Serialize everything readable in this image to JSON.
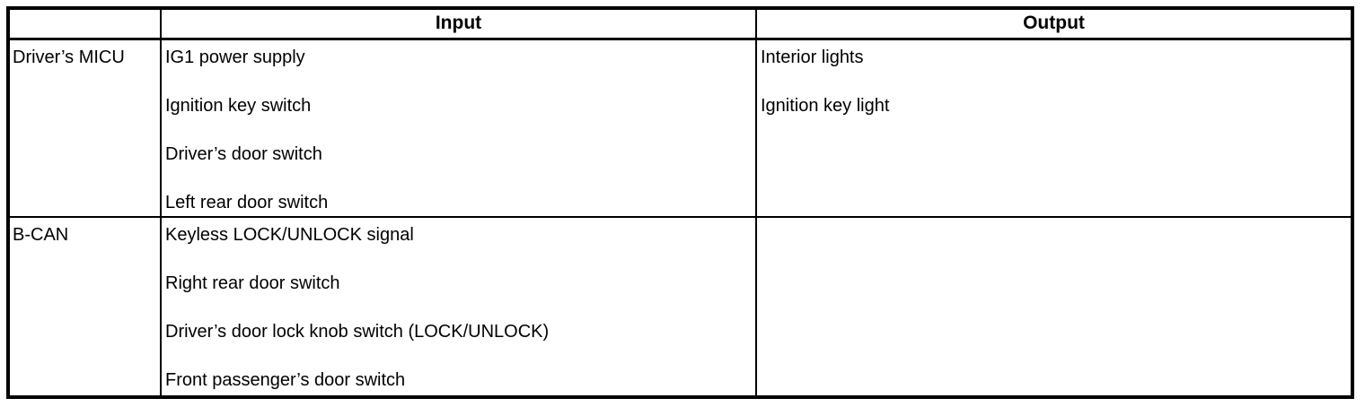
{
  "table": {
    "headers": {
      "source": "",
      "input": "Input",
      "output": "Output"
    },
    "rows": [
      {
        "source": "Driver’s MICU",
        "inputs": [
          "IG1 power supply",
          "Ignition key switch",
          "Driver’s door switch",
          "Left rear door switch"
        ],
        "outputs": [
          "Interior lights",
          "Ignition key light"
        ]
      },
      {
        "source": "B-CAN",
        "inputs": [
          "Keyless LOCK/UNLOCK signal",
          "Right rear door switch",
          "Driver’s door lock knob switch (LOCK/UNLOCK)",
          "Front passenger’s door switch"
        ],
        "outputs": []
      }
    ],
    "colors": {
      "border": "#000000",
      "background": "#ffffff",
      "text": "#000000"
    }
  }
}
